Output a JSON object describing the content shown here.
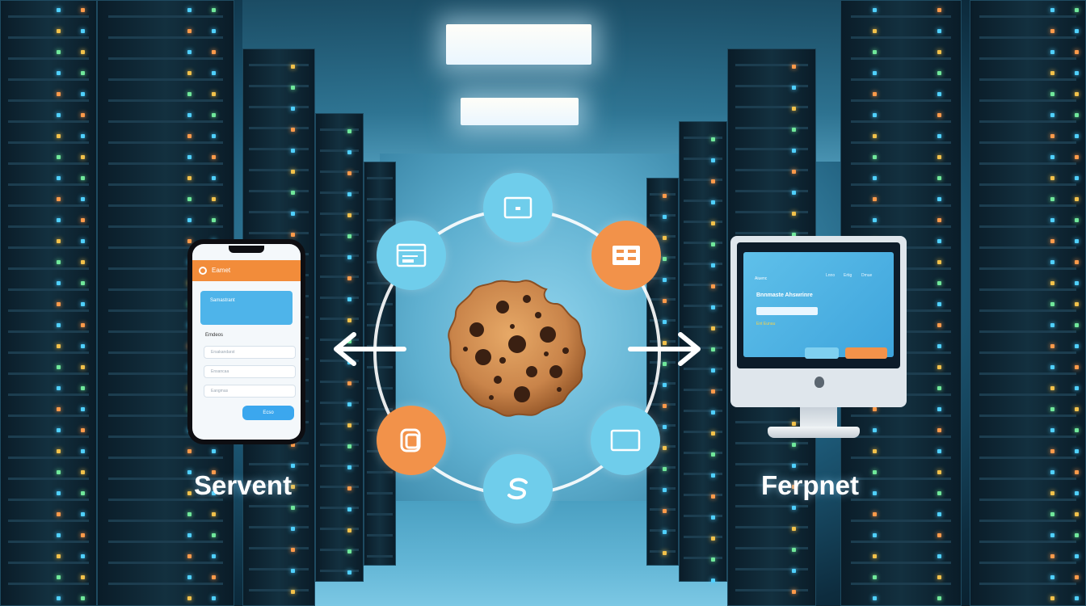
{
  "scene": {
    "left_caption": "Servent",
    "right_caption": "Ferpnet"
  },
  "phone": {
    "header_text": "Eamet",
    "banner_text": "Samastrant",
    "section_label": "Emdeos",
    "fields": [
      "Ersakandarst",
      "Ensancaa",
      "Eangmas"
    ],
    "button_label": "Ecso"
  },
  "monitor": {
    "brand_text": "Aiuenc",
    "nav_items": [
      "Lnno",
      "Ertig",
      "Dmue"
    ],
    "heading": "Bnnmaste Ahswrinre",
    "subtext": "Ent Eunau"
  },
  "colors": {
    "node_blue": "#6fcdeb",
    "node_orange": "#f2924a",
    "phone_header": "#f28c3a",
    "phone_banner": "#4eb4ea",
    "monitor_screen": "#3ea4dc"
  },
  "nodes": [
    {
      "icon": "window-icon",
      "color": "blue"
    },
    {
      "icon": "grid-icon",
      "color": "orange"
    },
    {
      "icon": "monitor-icon",
      "color": "blue"
    },
    {
      "icon": "s-logo-icon",
      "color": "blue"
    },
    {
      "icon": "app-icon",
      "color": "orange"
    },
    {
      "icon": "browser-icon",
      "color": "blue"
    }
  ]
}
